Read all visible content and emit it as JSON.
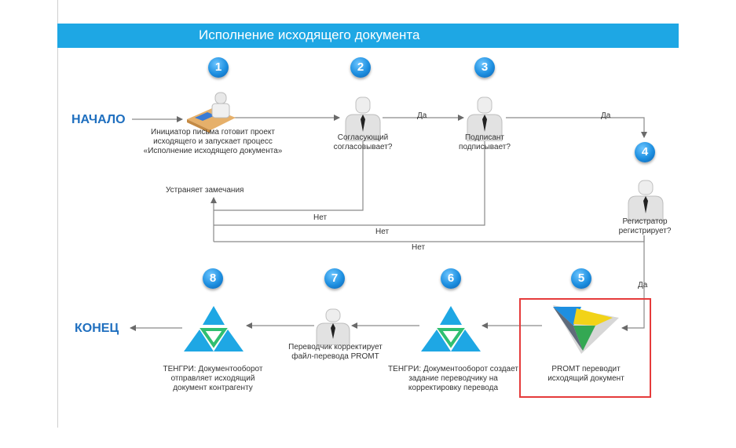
{
  "title": "Исполнение исходящего документа",
  "start_label": "НАЧАЛО",
  "end_label": "КОНЕЦ",
  "steps": [
    {
      "n": "1",
      "text": "Инициатор письма готовит проект исходящего и запускает процесс «Исполнение исходящего документа»",
      "icon": "initiator-desk-icon"
    },
    {
      "n": "2",
      "text": "Согласующий согласовывает?",
      "icon": "person-icon"
    },
    {
      "n": "3",
      "text": "Подписант подписывает?",
      "icon": "person-icon"
    },
    {
      "n": "4",
      "text": "Регистратор регистрирует?",
      "icon": "person-icon"
    },
    {
      "n": "5",
      "text": "PROMT переводит исходящий документ",
      "icon": "promt-logo-icon"
    },
    {
      "n": "6",
      "text": "ТЕНГРИ: Документооборот создает задание переводчику на корректировку перевода",
      "icon": "tengri-logo-icon"
    },
    {
      "n": "7",
      "text": "Переводчик корректирует файл-перевода PROMT",
      "icon": "person-icon"
    },
    {
      "n": "8",
      "text": "ТЕНГРИ: Документооборот отправляет исходящий документ контрагенту",
      "icon": "tengri-logo-icon"
    }
  ],
  "fix_label": "Устраняет замечания",
  "edges": {
    "yes": "Да",
    "no": "Нет"
  },
  "colors": {
    "header": "#1ea7e4",
    "badge": "#1d8fe0",
    "highlight": "#e53b3b",
    "accent_text": "#1f6fbf"
  }
}
